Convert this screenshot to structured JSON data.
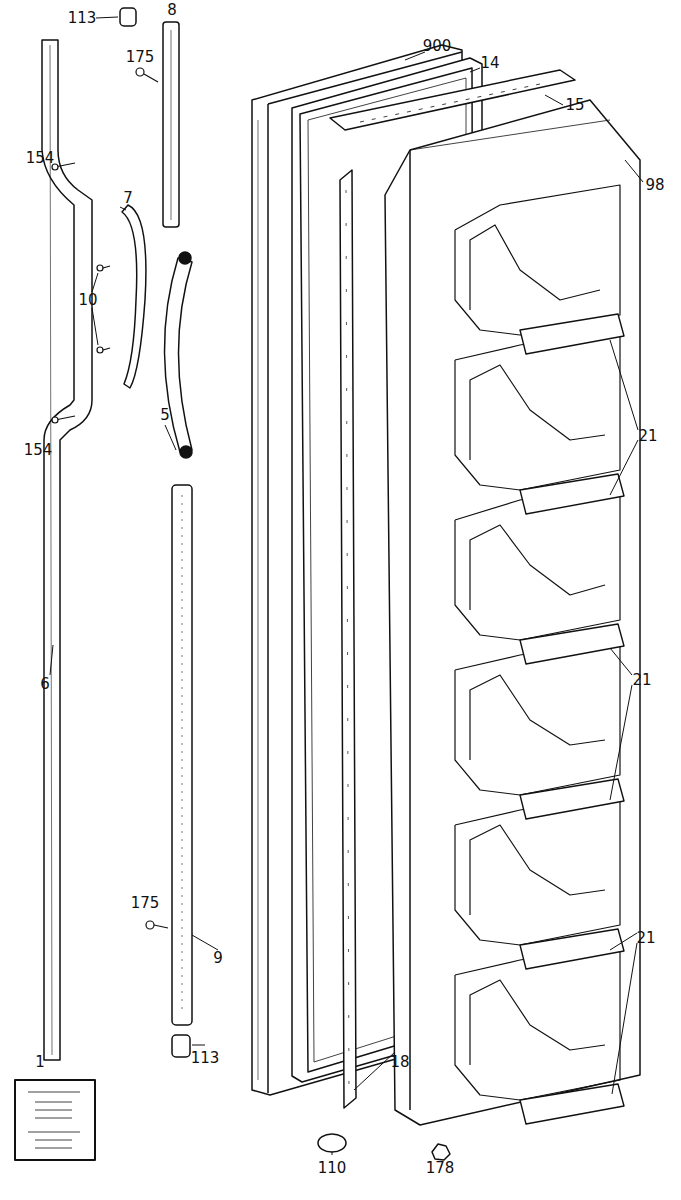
{
  "diagram": {
    "labels": [
      "113",
      "8",
      "900",
      "175",
      "14",
      "15",
      "98",
      "154",
      "7",
      "10",
      "21",
      "154",
      "5",
      "21",
      "6",
      "21",
      "175",
      "9",
      "113",
      "1",
      "18",
      "110",
      "178"
    ]
  }
}
